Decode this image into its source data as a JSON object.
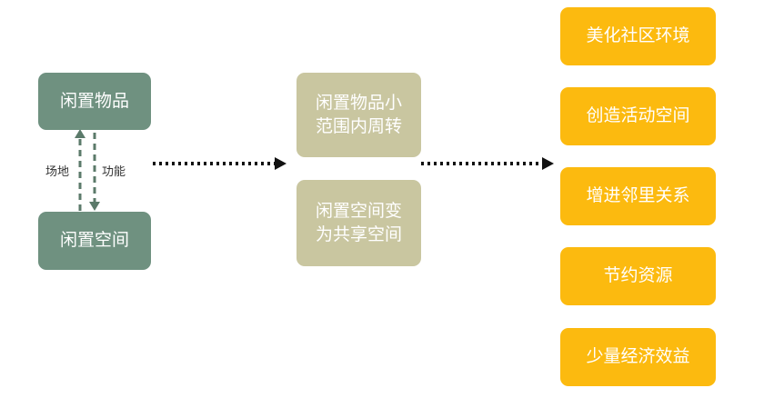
{
  "source": {
    "top": "闲置物品",
    "bottom": "闲置空间",
    "label_up": "场地",
    "label_down": "功能"
  },
  "middle": [
    "闲置物品小\n范围内周转",
    "闲置空间变\n为共享空间"
  ],
  "benefits": [
    "美化社区环境",
    "创造活动空间",
    "增进邻里关系",
    "节约资源",
    "少量经济效益"
  ],
  "colors": {
    "green": "#6f9180",
    "tan": "#c9c6a0",
    "yellow": "#fcba0f",
    "arrow": "#000000"
  }
}
